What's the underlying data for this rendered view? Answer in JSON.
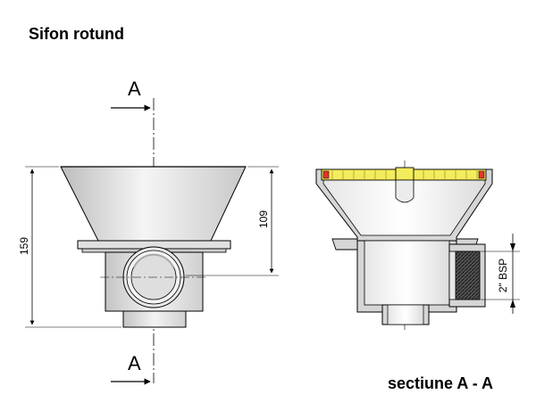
{
  "title": "Sifon rotund",
  "section_label": "sectiune A - A",
  "cut_markers": {
    "top": "A",
    "bottom": "A"
  },
  "dimensions": {
    "overall_height": "159",
    "cone_height": "109",
    "thread": "2\" BSP"
  },
  "colors": {
    "line": "#000000",
    "body_light": "#f2f2f2",
    "body_mid": "#d9d9d9",
    "body_dark": "#a6a6a6",
    "grate_yellow": "#f3ec5c",
    "seal_red": "#e8332a",
    "thread_dark": "#3a3a3a"
  }
}
